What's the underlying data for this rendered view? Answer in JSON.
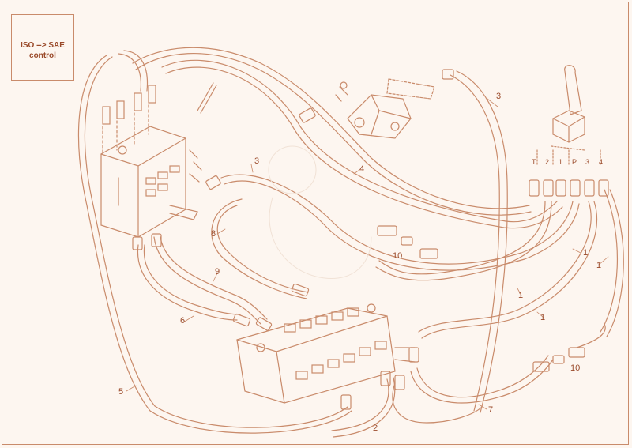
{
  "control_box": {
    "line1": "ISO --> SAE",
    "line2": "control"
  },
  "port_labels": [
    "T",
    "2",
    "1",
    "P",
    "3",
    "4"
  ],
  "callouts": {
    "hose_1a": "1",
    "hose_1b": "1",
    "hose_1c": "1",
    "hose_1d": "1",
    "hose_2": "2",
    "hose_3a": "3",
    "hose_3b": "3",
    "hose_4": "4",
    "hose_5": "5",
    "hose_6": "6",
    "hose_7": "7",
    "hose_8": "8",
    "hose_9": "9",
    "fitting_10a": "10",
    "fitting_10b": "10"
  },
  "colors": {
    "line": "#c98b6b",
    "text": "#9a4a2a",
    "background": "#fdf6f0"
  }
}
